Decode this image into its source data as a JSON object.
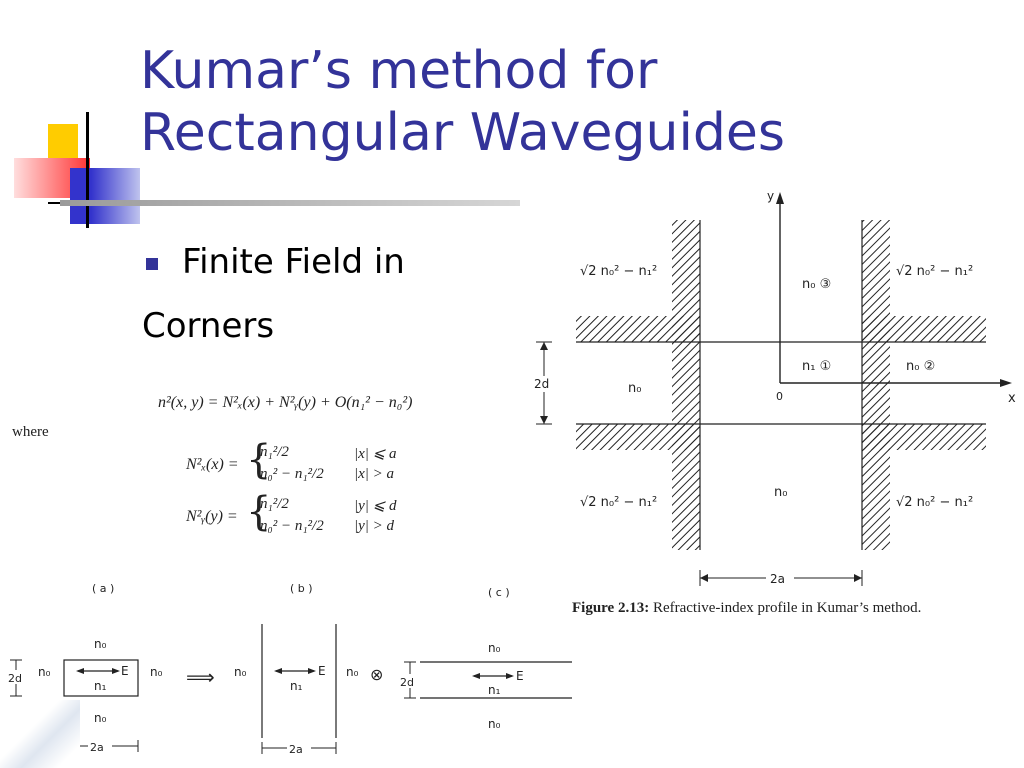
{
  "slide": {
    "title_line1": "Kumar’s method for",
    "title_line2": "Rectangular Waveguides",
    "bullet_text": "Finite Field in",
    "bullet_cont": "Corners",
    "colors": {
      "title": "#333399",
      "bullet": "#333399",
      "deco_yellow": "#ffcc00",
      "deco_red": "#ff3333",
      "deco_blue": "#3333cc"
    }
  },
  "equations": {
    "main": "n²(x, y) = N²ₓ(x) + N²ᵧ(y) + O(n₁² − n₀²)",
    "where": "where",
    "nx_label": "N²ₓ(x) =",
    "nx_case1": "n₁²/2",
    "nx_cond1": "|x| ⩽ a",
    "nx_case2": "n₀² − n₁²/2",
    "nx_cond2": "|x| > a",
    "ny_label": "N²ᵧ(y) =",
    "ny_case1": "n₁²/2",
    "ny_cond1": "|y| ⩽ d",
    "ny_case2": "n₀² − n₁²/2",
    "ny_cond2": "|y| > d"
  },
  "figure": {
    "y_axis": "y",
    "x_axis": "x",
    "origin": "0",
    "n0_region3": "n₀ ③",
    "n1_region1": "n₁ ①",
    "n0_region2": "n₀ ②",
    "n0_left": "n₀",
    "n0_bottom": "n₀",
    "corner_top_left": "√2 n₀² − n₁²",
    "corner_top_right": "√2 n₀² − n₁²",
    "corner_bottom_left": "√2 n₀² − n₁²",
    "corner_bottom_right": "√2 n₀² − n₁²",
    "height_label": "2d",
    "width_label": "2a",
    "caption_bold": "Figure 2.13:",
    "caption_text": "Refractive-index profile in Kumar’s method."
  },
  "bottom_figures": {
    "a": {
      "label": "( a )",
      "n0_top": "n₀",
      "n0_left": "n₀",
      "n0_right": "n₀",
      "n0_bottom": "n₀",
      "n1": "n₁",
      "E": "E",
      "height": "2d",
      "width": "2a"
    },
    "arrow": "⟹",
    "b": {
      "label": "( b )",
      "n0_left": "n₀",
      "n0_right": "n₀",
      "n1": "n₁",
      "E": "E",
      "width": "2a"
    },
    "otimes": "⊗",
    "c": {
      "label": "( c )",
      "n0_top": "n₀",
      "n1": "n₁",
      "n0_bottom": "n₀",
      "E": "E",
      "height": "2d"
    }
  }
}
